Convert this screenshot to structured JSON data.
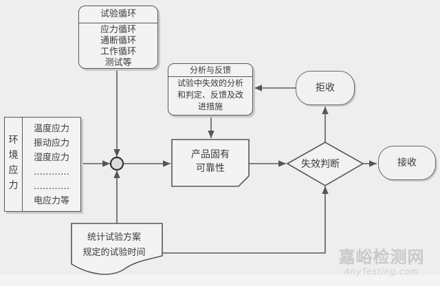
{
  "diagram": {
    "test_cycle": {
      "title": "试验循环",
      "items": [
        "应力循环",
        "通断循环",
        "工作循环",
        "测试等"
      ]
    },
    "environmental_stress": {
      "label_chars": [
        "环",
        "境",
        "应",
        "力"
      ],
      "items": [
        "温度应力",
        "振动应力",
        "湿度应力",
        "…………",
        "…………",
        "电应力等"
      ]
    },
    "analysis_feedback": {
      "title": "分析与反馈",
      "body_lines": [
        "试验中失效的分析",
        "和判定、反馈及改",
        "进措施"
      ]
    },
    "inherent_reliability": {
      "lines": [
        "产品固有",
        "可靠性"
      ]
    },
    "failure_decision": {
      "label": "失效判断"
    },
    "reject": {
      "label": "拒收"
    },
    "accept": {
      "label": "接收"
    },
    "statistical_plan": {
      "lines": [
        "统计试验方案",
        "规定的试验时间"
      ]
    },
    "edges": [
      {
        "from": "test_cycle",
        "to": "summing_junction"
      },
      {
        "from": "environmental_stress",
        "to": "summing_junction"
      },
      {
        "from": "statistical_plan",
        "to": "summing_junction"
      },
      {
        "from": "summing_junction",
        "to": "inherent_reliability"
      },
      {
        "from": "analysis_feedback",
        "to": "inherent_reliability"
      },
      {
        "from": "inherent_reliability",
        "to": "failure_decision"
      },
      {
        "from": "statistical_plan",
        "to": "failure_decision"
      },
      {
        "from": "failure_decision",
        "to": "reject"
      },
      {
        "from": "failure_decision",
        "to": "accept"
      },
      {
        "from": "reject",
        "to": "analysis_feedback"
      }
    ]
  },
  "watermark": {
    "cn": "嘉峪检测网",
    "en": "AnyTesting.com"
  },
  "colors": {
    "background": "#eeeeee",
    "stroke": "#555555",
    "text": "#3c3c3c"
  }
}
